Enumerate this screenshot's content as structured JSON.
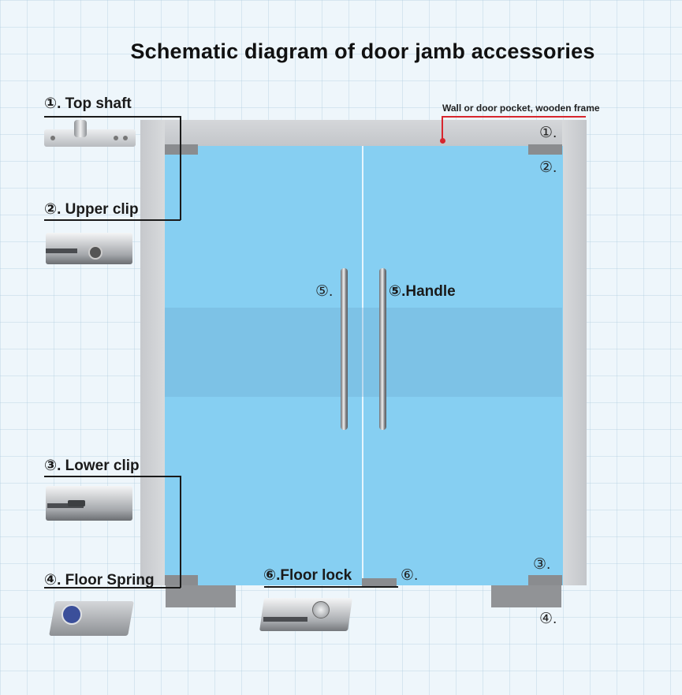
{
  "title": "Schematic diagram of door jamb accessories",
  "frame_label": "Wall or door pocket, wooden frame",
  "callouts": [
    {
      "number": "①",
      "text": ". Top shaft"
    },
    {
      "number": "②",
      "text": ". Upper clip"
    },
    {
      "number": "③",
      "text": ".  Lower clip"
    },
    {
      "number": "④",
      "text": ". Floor Spring"
    },
    {
      "number": "⑤",
      "text": ".Handle"
    },
    {
      "number": "⑥",
      "text": ".Floor lock"
    }
  ],
  "markers": {
    "top_right_1": "①.",
    "top_right_2": "②.",
    "bottom_right_3": "③.",
    "bottom_right_4": "④.",
    "handle_left": "⑤.",
    "floor_lock_right": "⑥."
  },
  "colors": {
    "glass": "#86cff2",
    "frame": "#c9cbce",
    "leader_line": "#1a1a1a",
    "frame_pointer": "#d7262e"
  },
  "icons": [
    "top-shaft-product",
    "upper-clip-product",
    "lower-clip-product",
    "floor-spring-product",
    "floor-lock-product"
  ]
}
